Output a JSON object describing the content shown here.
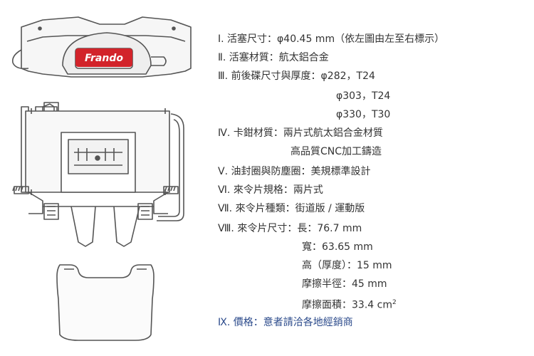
{
  "logo": {
    "text": "Frando"
  },
  "specs": {
    "s1": {
      "num": "Ⅰ.",
      "text": "活塞尺寸：φ40.45 mm（依左圖由左至右標示）"
    },
    "s2": {
      "num": "Ⅱ.",
      "text": "活塞材質：航太鋁合金"
    },
    "s3": {
      "num": "Ⅲ.",
      "text": "前後碟尺寸與厚度：φ282，T24"
    },
    "s3b": {
      "text": "φ303，T24"
    },
    "s3c": {
      "text": "φ330，T30"
    },
    "s4": {
      "num": "Ⅳ.",
      "text": "卡鉗材質：兩片式航太鋁合金材質"
    },
    "s4b": {
      "text": "高品質CNC加工鑄造"
    },
    "s5": {
      "num": "Ⅴ.",
      "text": "油封圈與防塵圈：美規標準設計"
    },
    "s6": {
      "num": "Ⅵ.",
      "text": "來令片規格：兩片式"
    },
    "s7": {
      "num": "Ⅶ.",
      "text": "來令片種類：街道版 / 運動版"
    },
    "s8": {
      "num": "Ⅷ.",
      "text": "來令片尺寸：長：76.7 mm"
    },
    "s8b": {
      "text": "寬：63.65 mm"
    },
    "s8c": {
      "text": "高（厚度）：15 mm"
    },
    "s8d": {
      "text": "摩擦半徑：45 mm"
    },
    "s8e": {
      "text": "摩擦面積：33.4 cm",
      "sup": "2"
    },
    "s9": {
      "num": "Ⅸ.",
      "text": "價格：意者請洽各地經銷商"
    }
  }
}
